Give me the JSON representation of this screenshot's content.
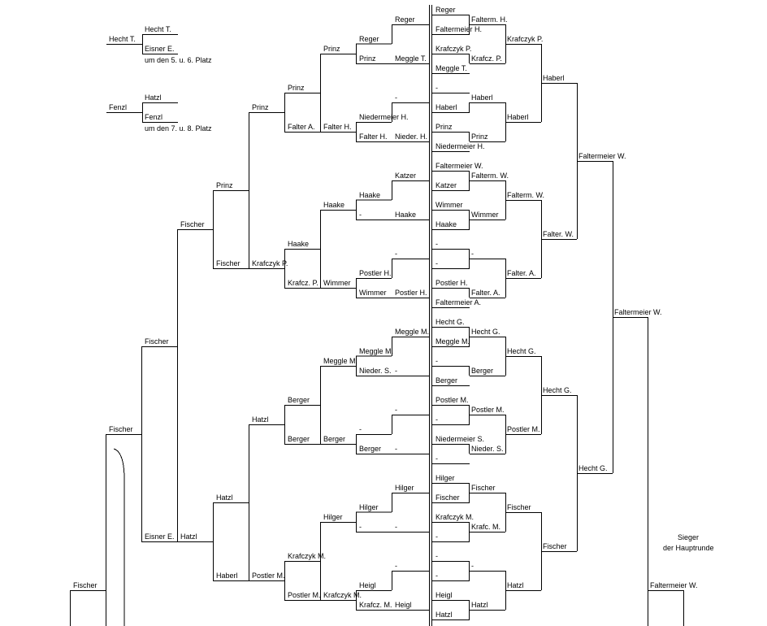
{
  "left": {
    "semis": {
      "hecht_t_a": "Hecht T.",
      "hecht_t_b": "Hecht T.",
      "eisner_e": "Eisner E.",
      "place_56": "um den 5. u. 6. Platz",
      "fenzl_a": "Fenzl",
      "hatzl_a": "Hatzl",
      "fenzl_b": "Fenzl",
      "place_78": "um den 7. u. 8. Platz"
    },
    "r1": [
      "Reger",
      "Prinz",
      "Meggle T.",
      "Reger",
      "-",
      "Niedermeier H.",
      "Falter H.",
      "Nieder. H.",
      "Katzer",
      "Haake",
      "-",
      "Haake",
      "-",
      "Postler H.",
      "Wimmer",
      "Postler H.",
      "Meggle M.",
      "Meggle M.",
      "Nieder. S.",
      "-",
      "-",
      "Berger",
      "-",
      "Hilger",
      "Hilger",
      "-",
      "-",
      "-",
      "Heigl",
      "Krafcz. M.",
      "Heigl"
    ],
    "r2": [
      "Prinz",
      "Falter A.",
      "Falter H.",
      "Haake",
      "Krafcz. P.",
      "Wimmer",
      "Meggle M.",
      "Berger",
      "Berger",
      "Hilger",
      "Krafczyk M.",
      "Postler M.",
      "Krafczyk M."
    ],
    "r3": [
      "Prinz",
      "Prinz",
      "Haake",
      "Krafczyk P.",
      "Hatzl",
      "Berger",
      "Hatzl",
      "Postler M."
    ],
    "r4": [
      "Prinz",
      "Fischer",
      "Hatzl",
      "Haberl"
    ],
    "r5": [
      "Fischer",
      "Fischer",
      "Eisner E.",
      "Hatzl"
    ],
    "r6": [
      "Fischer",
      "Fischer"
    ]
  },
  "right": {
    "r1": [
      "Reger",
      "Faltermeier H.",
      "Falterm. H.",
      "Krafczyk P.",
      "Krafcz. P.",
      "Meggle T.",
      "-",
      "Haberl",
      "Haberl",
      "Prinz",
      "Prinz",
      "Niedermeier H.",
      "Faltermeier W.",
      "Katzer",
      "Falterm. W.",
      "Wimmer",
      "Wimmer",
      "Haake",
      "-",
      "-",
      "-",
      "Postler H.",
      "Falter. A.",
      "Faltermeier A.",
      "Hecht G.",
      "Meggle M.",
      "Hecht G.",
      "-",
      "Berger",
      "Berger",
      "Postler M.",
      "-",
      "Postler M.",
      "Niedermeier S.",
      "Nieder. S.",
      "-",
      "Hilger",
      "Fischer",
      "Fischer",
      "Krafczyk M.",
      "-",
      "Krafc. M.",
      "-",
      "-",
      "-",
      "Heigl",
      "Hatzl",
      "Hatzl"
    ],
    "r2": [
      "Krafczyk P.",
      "Haberl",
      "Falterm. W.",
      "Falter. A.",
      "Hecht G.",
      "Postler M.",
      "Fischer",
      "Hatzl"
    ],
    "r3": [
      "Haberl",
      "Falter. W.",
      "Hecht G.",
      "Fischer"
    ],
    "r4": [
      "Faltermeier W.",
      "Hecht G."
    ],
    "r5": [
      "Faltermeier W."
    ],
    "final": "Faltermeier W.",
    "winner_caption_1": "Sieger",
    "winner_caption_2": "der Hauptrunde"
  }
}
